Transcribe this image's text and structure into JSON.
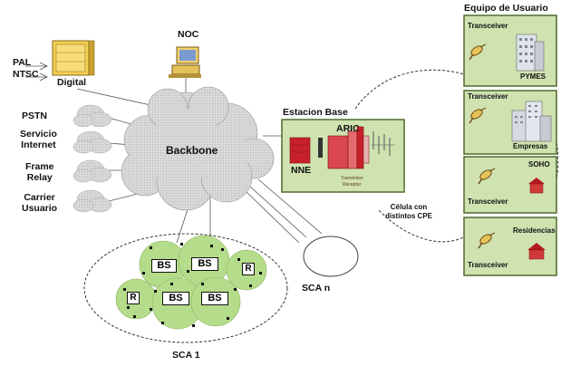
{
  "left_inputs": {
    "pal": "PAL",
    "ntsc": "NTSC",
    "digital": "Digital"
  },
  "noc": "NOC",
  "networks": [
    "PSTN",
    "Servicio\nInternet",
    "Frame\nRelay",
    "Carrier\nUsuario"
  ],
  "backbone": "Backbone",
  "base_station": {
    "title": "Estacion Base",
    "aric": "ARIC",
    "nne": "NNE",
    "transmisor": "Transmisor",
    "receptor": "Receptor"
  },
  "user_equipment": {
    "title": "Equipo de Usuario",
    "panels": [
      {
        "transceiver": "Transceiver",
        "type": "PYMES"
      },
      {
        "transceiver": "Transceiver",
        "type": "Empresas"
      },
      {
        "transceiver": "Transceiver",
        "type": "SOHO"
      },
      {
        "transceiver": "Transceiver",
        "type": "Residencias"
      }
    ]
  },
  "cell_label": "Célula con\ndistintos CPE",
  "sca1": {
    "label": "SCA 1",
    "bs": [
      "BS",
      "BS",
      "BS",
      "BS"
    ],
    "repeaters": [
      "R",
      "R"
    ]
  },
  "scan": "SCA n",
  "colors": {
    "panel": "#cfe2b0",
    "panel_border": "#4f6b2e",
    "cell": "#b5dc8a",
    "cloud": "#d6d6d6",
    "red": "#c8202a"
  }
}
